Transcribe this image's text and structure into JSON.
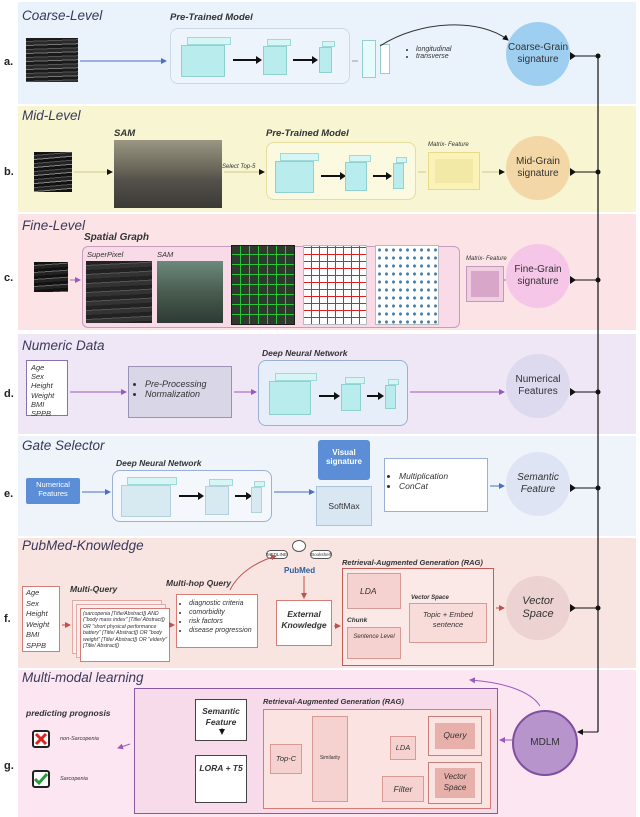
{
  "panels": {
    "a": {
      "label": "a.",
      "title": "Coarse-Level",
      "model": "Pre-Trained Model",
      "bullets": [
        "longitudinal",
        "transverse"
      ],
      "signature": "Coarse-Grain signature"
    },
    "b": {
      "label": "b.",
      "title": "Mid-Level",
      "sam": "SAM",
      "select": "Select Top-5",
      "model": "Pre-Trained Model",
      "matrix": "Matrix- Feature",
      "signature": "Mid-Grain signature"
    },
    "c": {
      "label": "c.",
      "title": "Fine-Level",
      "graph": "Spatial Graph",
      "superpixel": "SuperPixel",
      "sam": "SAM",
      "matrix": "Matrix- Feature",
      "signature": "Fine-Grain signature"
    },
    "d": {
      "label": "d.",
      "title": "Numeric Data",
      "fields": [
        "Age",
        "Sex",
        "Height",
        "Weight",
        "BMI",
        "SPPB"
      ],
      "pre": [
        "Pre-Processing",
        "Normalization"
      ],
      "dnn": "Deep Neural Network",
      "out": "Numerical Features"
    },
    "e": {
      "label": "e.",
      "title": "Gate Selector",
      "input": "Numerical Features",
      "dnn": "Deep Neural Network",
      "visual": "Visual signature",
      "softmax": "SoftMax",
      "ops": [
        "Multiplication",
        "ConCat"
      ],
      "out": "Semantic Feature"
    },
    "f": {
      "label": "f.",
      "title": "PubMed-Knowledge",
      "fields": [
        "Age",
        "Sex",
        "Height",
        "Weight",
        "BMI",
        "SPPB"
      ],
      "multiquery": "Multi-Query",
      "query_text": "(sarcopenia [Title/Abstract]) AND (\"body mass index\" [Title/ Abstract]) OR \"short physical performance battery\" [Title/ Abstract]) OR \"body weight\" [Title/ Abstract]) OR \"elderly\" [Title/ Abstract])",
      "multihop": "Multi-hop Query",
      "hops": [
        "diagnostic criteria",
        "comorbidity",
        "risk factors",
        "disease progression"
      ],
      "medline": "MEDLINE",
      "bookshelf": "Bookshelf",
      "pubmed": "PubMed",
      "external": "External Knowledge",
      "rag": "Retrieval-Augmented Generation (RAG)",
      "lda": "LDA",
      "chunk": "Chunk",
      "sentence": "Sentence Level",
      "vectorspace": "Vector Space",
      "topic": "Topic + Embed sentence",
      "out": "Vector Space"
    },
    "g": {
      "label": "g.",
      "title": "Multi-modal learning",
      "predict": "predicting prognosis",
      "non": "non-Sarcopenia",
      "sarc": "Sarcopenia",
      "semantic": "Semantic Feature",
      "lora": "LORA + T5",
      "rag": "Retrieval-Augmented Generation (RAG)",
      "topc": "Top-C",
      "similarity": "Similarity",
      "lda": "LDA",
      "query": "Query",
      "filter": "Filter",
      "vectorspace": "Vector Space",
      "mdlm": "MDLM"
    }
  },
  "colors": {
    "a": "#eaf2fb",
    "b": "#f7f5d2",
    "c": "#fbe3e6",
    "d": "#efe6f6",
    "e": "#eef4fa",
    "f": "#f8e4e1",
    "g": "#fbe6f2"
  }
}
